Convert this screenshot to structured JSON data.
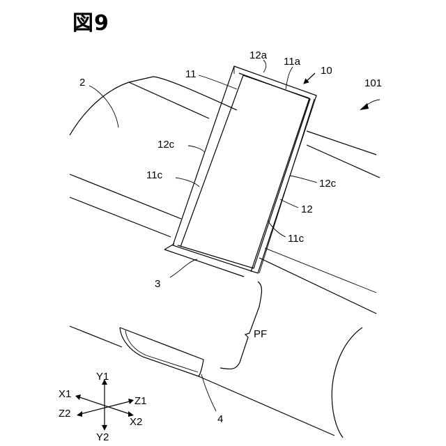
{
  "figure": {
    "title": "図9"
  },
  "labels": {
    "l_2": "2",
    "l_101": "101",
    "l_10": "10",
    "l_11": "11",
    "l_12a": "12a",
    "l_11a": "11a",
    "l_12c_left": "12c",
    "l_11c_left": "11c",
    "l_12c_right": "12c",
    "l_12": "12",
    "l_11c_right": "11c",
    "l_3": "3",
    "l_PF": "PF",
    "l_4": "4"
  },
  "axes": {
    "y1": "Y1",
    "y2": "Y2",
    "x1": "X1",
    "x2": "X2",
    "z1": "Z1",
    "z2": "Z2"
  }
}
